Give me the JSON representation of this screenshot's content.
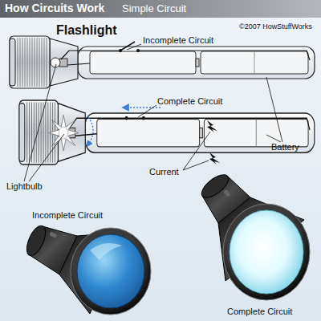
{
  "diagram": {
    "title": "How Circuits Work",
    "labels": [
      "Simple Circuit",
      "©2007 HowStuffWorks",
      "Flashlight",
      "Incomplete Circuit",
      "Complete Circuit",
      "Battery",
      "Current",
      "Lightbulb",
      "Incomplete Circuit",
      "Complete Circuit"
    ]
  }
}
